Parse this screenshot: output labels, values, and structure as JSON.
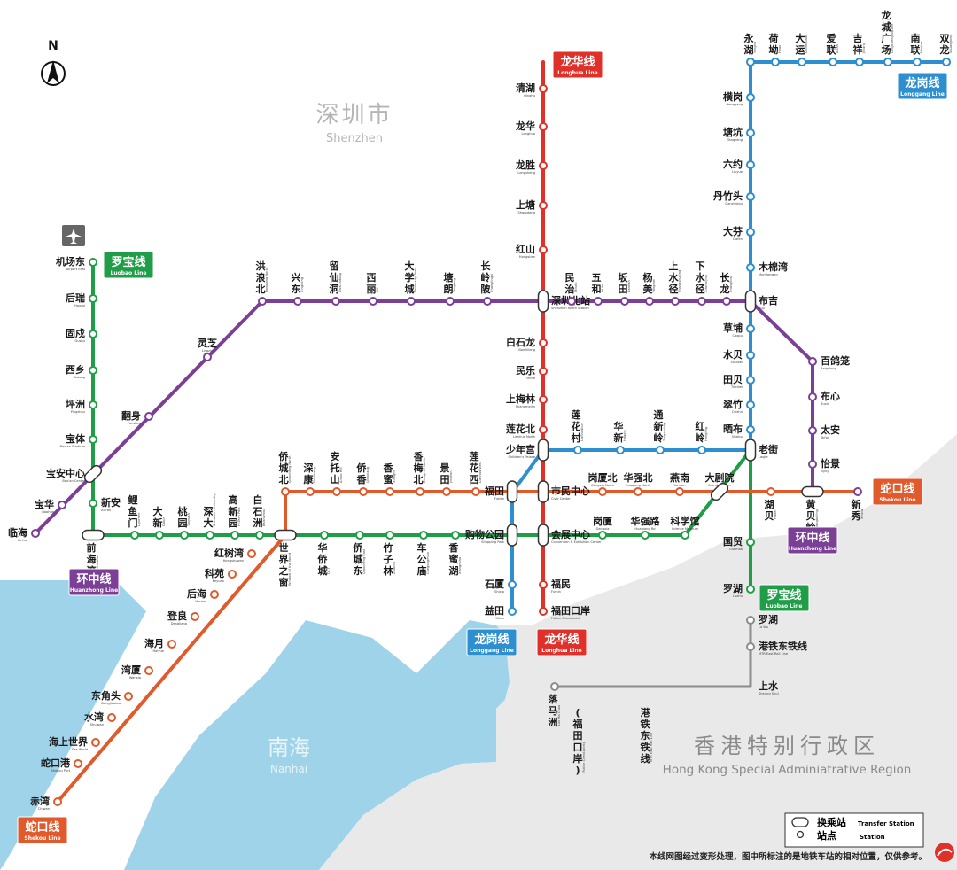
{
  "compass": {
    "label": "N"
  },
  "city": {
    "name_zh": "深圳市",
    "name_en": "Shenzhen"
  },
  "sea": {
    "name_zh": "南海",
    "name_en": "Nanhai"
  },
  "hk": {
    "name_zh": "香港特别行政区",
    "name_en": "Hong Kong Special Adminiatrative Region"
  },
  "disclaimer": "本线网图经过变形处理，图中所标注的是地铁车站的相对位置，仅供参考。",
  "legend": {
    "transfer_zh": "换乘站",
    "transfer_en": "Transfer Station",
    "station_zh": "站点",
    "station_en": "Station"
  },
  "colors": {
    "luobao": "#1f9e47",
    "longhua": "#e0302a",
    "huanzhong": "#7b3f96",
    "shekou": "#e05a2b",
    "longgang": "#2d8ed0",
    "mtr": "#8c8c8c",
    "sea": "#9fd3ea",
    "land_hk": "#e9e9e9"
  },
  "line_badges": [
    {
      "zh": "罗宝线",
      "en": "Luobao Line",
      "color": "#1f9e47"
    },
    {
      "zh": "龙华线",
      "en": "Longhua Line",
      "color": "#e0302a"
    },
    {
      "zh": "龙岗线",
      "en": "Longgang Line",
      "color": "#2d8ed0"
    },
    {
      "zh": "蛇口线",
      "en": "Shekou Line",
      "color": "#e05a2b"
    },
    {
      "zh": "环中线",
      "en": "Huanzhong Line",
      "color": "#7b3f96"
    },
    {
      "zh": "环中线",
      "en": "Huanzhong Line",
      "color": "#7b3f96"
    },
    {
      "zh": "罗宝线",
      "en": "Luobao Line",
      "color": "#1f9e47"
    },
    {
      "zh": "龙岗线",
      "en": "Longgang Line",
      "color": "#2d8ed0"
    },
    {
      "zh": "龙华线",
      "en": "Longhua Line",
      "color": "#e0302a"
    },
    {
      "zh": "蛇口线",
      "en": "Shekou Line",
      "color": "#e05a2b"
    }
  ],
  "stations": [
    {
      "zh": "机场东",
      "en": "Airport East"
    },
    {
      "zh": "后瑞",
      "en": "Hourui"
    },
    {
      "zh": "固戍",
      "en": "Gushu"
    },
    {
      "zh": "西乡",
      "en": "Xixiang"
    },
    {
      "zh": "坪洲",
      "en": "Pingzhou"
    },
    {
      "zh": "宝体",
      "en": "Bao'an Stadium"
    },
    {
      "zh": "宝安中心",
      "en": "Bao'an Center"
    },
    {
      "zh": "新安",
      "en": "Xin'an"
    },
    {
      "zh": "前海湾",
      "en": "Qianhaiwan"
    },
    {
      "zh": "临海",
      "en": "Linhai"
    },
    {
      "zh": "宝华",
      "en": "Baohua"
    },
    {
      "zh": "翻身",
      "en": "Fanshen"
    },
    {
      "zh": "灵芝",
      "en": "Lingzhi"
    },
    {
      "zh": "洪浪北",
      "en": "Honglang North"
    },
    {
      "zh": "兴东",
      "en": "Xingdong"
    },
    {
      "zh": "留仙洞",
      "en": "Liuxiandong"
    },
    {
      "zh": "西丽",
      "en": "Xili"
    },
    {
      "zh": "大学城",
      "en": "University Town"
    },
    {
      "zh": "塘朗",
      "en": "Tanglang"
    },
    {
      "zh": "长岭陂",
      "en": "Changlingpi"
    },
    {
      "zh": "深圳北站",
      "en": "Shenzhen North Station"
    },
    {
      "zh": "民治",
      "en": "Minzhi"
    },
    {
      "zh": "五和",
      "en": "Wuhe"
    },
    {
      "zh": "坂田",
      "en": "Bantian"
    },
    {
      "zh": "杨美",
      "en": "Yangmei"
    },
    {
      "zh": "上水径",
      "en": "Shangshuijing"
    },
    {
      "zh": "下水径",
      "en": "Xiashuijing"
    },
    {
      "zh": "长龙",
      "en": "Changlong"
    },
    {
      "zh": "布吉",
      "en": "Buji"
    },
    {
      "zh": "百鸽笼",
      "en": "Baigelong"
    },
    {
      "zh": "布心",
      "en": "Buxin"
    },
    {
      "zh": "太安",
      "en": "Tai'an"
    },
    {
      "zh": "怡景",
      "en": "Yijing"
    },
    {
      "zh": "黄贝岭",
      "en": "Huangbeiling"
    },
    {
      "zh": "新秀",
      "en": "Xinxiu"
    },
    {
      "zh": "清湖",
      "en": "Qinghu"
    },
    {
      "zh": "龙华",
      "en": "Longhua"
    },
    {
      "zh": "龙胜",
      "en": "Longsheng"
    },
    {
      "zh": "上塘",
      "en": "Shangtang"
    },
    {
      "zh": "红山",
      "en": "Hongshan"
    },
    {
      "zh": "白石龙",
      "en": "Baishilong"
    },
    {
      "zh": "民乐",
      "en": "Minle"
    },
    {
      "zh": "上梅林",
      "en": "Shangmeilin"
    },
    {
      "zh": "莲花北",
      "en": "Lianhua North"
    },
    {
      "zh": "少年宫",
      "en": "Children's Palace"
    },
    {
      "zh": "市民中心",
      "en": "Civic Center"
    },
    {
      "zh": "会展中心",
      "en": "Convention & Exhibition Center"
    },
    {
      "zh": "福民",
      "en": "Fumin"
    },
    {
      "zh": "福田口岸",
      "en": "Futian Checkpoint"
    },
    {
      "zh": "永湖",
      "en": "Yonghu"
    },
    {
      "zh": "荷坳",
      "en": "Heao"
    },
    {
      "zh": "大运",
      "en": "Universiade"
    },
    {
      "zh": "爱联",
      "en": "Ailian"
    },
    {
      "zh": "吉祥",
      "en": "Jixiang"
    },
    {
      "zh": "龙城广场",
      "en": "Longcheng Square"
    },
    {
      "zh": "南联",
      "en": "Nanlian"
    },
    {
      "zh": "双龙",
      "en": "Shuanglong"
    },
    {
      "zh": "横岗",
      "en": "Henggang"
    },
    {
      "zh": "塘坑",
      "en": "Tangkeng"
    },
    {
      "zh": "六约",
      "en": "Liuyue"
    },
    {
      "zh": "丹竹头",
      "en": "Danzhutou"
    },
    {
      "zh": "大芬",
      "en": "Dafen"
    },
    {
      "zh": "木棉湾",
      "en": "Mumianwan"
    },
    {
      "zh": "草埔",
      "en": "Caopu"
    },
    {
      "zh": "水贝",
      "en": "Shuibei"
    },
    {
      "zh": "田贝",
      "en": "Tianbei"
    },
    {
      "zh": "翠竹",
      "en": "Cuizhu"
    },
    {
      "zh": "晒布",
      "en": "Shaibu"
    },
    {
      "zh": "老街",
      "en": "Laojie"
    },
    {
      "zh": "大剧院",
      "en": "Grand Theater"
    },
    {
      "zh": "红岭",
      "en": "Hongling"
    },
    {
      "zh": "通新岭",
      "en": "Tongxinling"
    },
    {
      "zh": "华新",
      "en": "Huaxin"
    },
    {
      "zh": "莲花村",
      "en": "Lianhuacun"
    },
    {
      "zh": "福田",
      "en": "Futian"
    },
    {
      "zh": "购物公园",
      "en": "Shopping Park"
    },
    {
      "zh": "石厦",
      "en": "Shixia"
    },
    {
      "zh": "益田",
      "en": "Yitian"
    },
    {
      "zh": "鲤鱼门",
      "en": "Liyumen"
    },
    {
      "zh": "大新",
      "en": "Daxin"
    },
    {
      "zh": "桃园",
      "en": "Taoyuan"
    },
    {
      "zh": "深大",
      "en": "Shenzhen University"
    },
    {
      "zh": "高新园",
      "en": "Hi-Tech Park"
    },
    {
      "zh": "白石洲",
      "en": "Baishizhou"
    },
    {
      "zh": "世界之窗",
      "en": "Window of the World"
    },
    {
      "zh": "华侨城",
      "en": "OCT"
    },
    {
      "zh": "侨城东",
      "en": "Qiaocheng East"
    },
    {
      "zh": "竹子林",
      "en": "Zhuzilin"
    },
    {
      "zh": "车公庙",
      "en": "Chegongmiao"
    },
    {
      "zh": "香蜜湖",
      "en": "Xiangmihu"
    },
    {
      "zh": "岗厦",
      "en": "Gangxia"
    },
    {
      "zh": "华强路",
      "en": "Huaqiang Rd"
    },
    {
      "zh": "科学馆",
      "en": "Science Museum"
    },
    {
      "zh": "国贸",
      "en": "Guomao"
    },
    {
      "zh": "罗湖",
      "en": "Luohu"
    },
    {
      "zh": "侨城北",
      "en": "Qiaocheng North"
    },
    {
      "zh": "深康",
      "en": "Shenkang"
    },
    {
      "zh": "安托山",
      "en": "Antuo Hill"
    },
    {
      "zh": "侨香",
      "en": "Qiaoxiang"
    },
    {
      "zh": "香蜜",
      "en": "Xiangmi"
    },
    {
      "zh": "香梅北",
      "en": "Xiangmei North"
    },
    {
      "zh": "景田",
      "en": "Jingtian"
    },
    {
      "zh": "莲花西",
      "en": "Lianhua West"
    },
    {
      "zh": "岗厦北",
      "en": "Gangxia North"
    },
    {
      "zh": "华强北",
      "en": "Huaqiang North"
    },
    {
      "zh": "燕南",
      "en": "Yannan"
    },
    {
      "zh": "湖贝",
      "en": "Hubei"
    },
    {
      "zh": "红树湾",
      "en": "Hongshuwan"
    },
    {
      "zh": "科苑",
      "en": "Keyuan"
    },
    {
      "zh": "后海",
      "en": "Houhai"
    },
    {
      "zh": "登良",
      "en": "Dengliang"
    },
    {
      "zh": "海月",
      "en": "Haiyue"
    },
    {
      "zh": "湾厦",
      "en": "Wanxia"
    },
    {
      "zh": "东角头",
      "en": "Dongjiaotou"
    },
    {
      "zh": "水湾",
      "en": "Shuiwan"
    },
    {
      "zh": "海上世界",
      "en": "Sea World"
    },
    {
      "zh": "蛇口港",
      "en": "Shekou Port"
    },
    {
      "zh": "赤湾",
      "en": "Chiwan"
    },
    {
      "zh": "罗湖",
      "en": "Lo Wu"
    },
    {
      "zh": "港铁东铁线",
      "en": "MTR East Rail Line"
    },
    {
      "zh": "上水",
      "en": "Sheung Shui"
    },
    {
      "zh": "落马洲",
      "en": "Lok Ma Chau"
    },
    {
      "zh": "(福田口岸)",
      "en": "(Futian Checkpoint)"
    },
    {
      "zh": "港铁东铁线",
      "en": "MTR East Rail Line"
    }
  ]
}
